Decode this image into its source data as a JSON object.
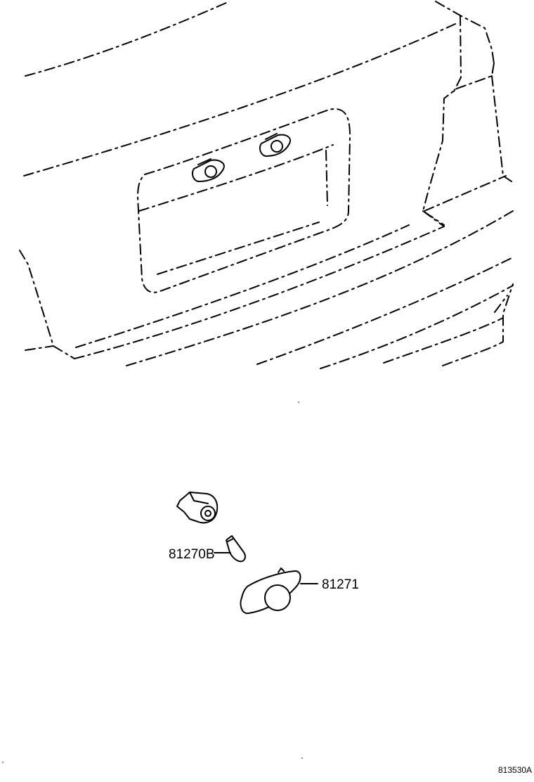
{
  "figure": {
    "id": "813530A",
    "ink_color": "#000000",
    "background_color": "#ffffff"
  },
  "callouts": [
    {
      "part_number": "81270B"
    },
    {
      "part_number": "81271"
    }
  ]
}
